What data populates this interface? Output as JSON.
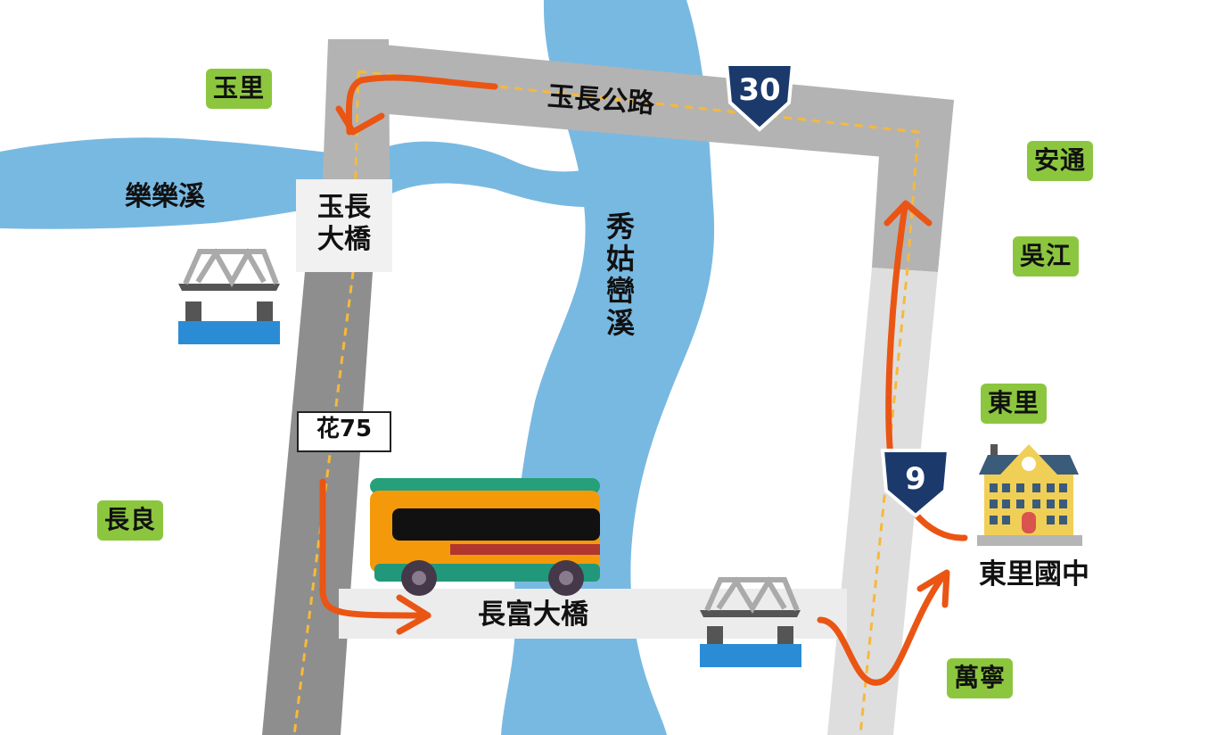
{
  "places": {
    "yuli": "玉里",
    "antong": "安通",
    "wujiang": "吳江",
    "dongli": "東里",
    "changliang": "長良",
    "wanning": "萬寧"
  },
  "rivers": {
    "lele": "樂樂溪",
    "xiuguluan": "秀姑巒溪"
  },
  "roads": {
    "yuchang_highway": "玉長公路",
    "changfu_bridge": "長富大橋",
    "yuchang_bridge": "玉長大橋",
    "county_route": "花75"
  },
  "shields": {
    "provincial_30": "30",
    "provincial_9": "9"
  },
  "school": {
    "name": "東里國中"
  },
  "icons": {
    "bridge": "bridge-icon",
    "bus": "bus-icon",
    "school": "school-building-icon",
    "route_arrow": "route-arrow-icon"
  },
  "colors": {
    "river": "#78b9e2",
    "road": "#b3b3b3",
    "road_dark": "#8e8e8e",
    "road_light": "#dedede",
    "route": "#ea5514",
    "place_label_bg": "#8cc63f",
    "shield": "#1b3a6b",
    "center_line": "#f6b93b"
  }
}
